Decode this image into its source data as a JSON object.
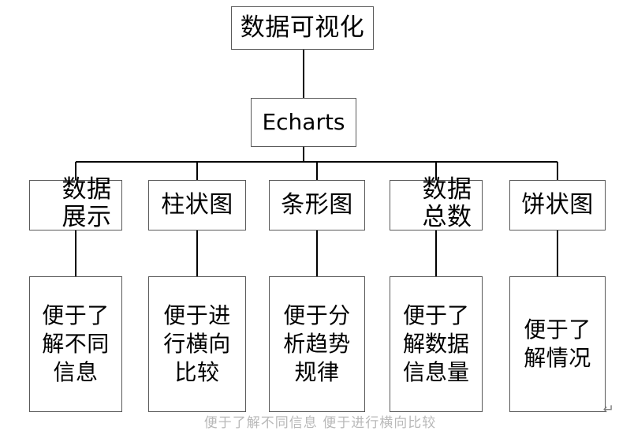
{
  "diagram": {
    "title": "数据可视化",
    "type": "tree-diagram",
    "root": {
      "id": "root",
      "label": "数据可视化"
    },
    "level2": {
      "id": "echarts",
      "label": "Echarts"
    },
    "level3": [
      {
        "id": "l3-0",
        "label": "数据\n展示"
      },
      {
        "id": "l3-1",
        "label": "柱状图"
      },
      {
        "id": "l3-2",
        "label": "条形图"
      },
      {
        "id": "l3-3",
        "label": "数据\n总数"
      },
      {
        "id": "l3-4",
        "label": "饼状图"
      }
    ],
    "level4": [
      {
        "id": "l4-0",
        "label": "便于了\n解不同\n信息"
      },
      {
        "id": "l4-1",
        "label": "便于进\n行横向\n比较"
      },
      {
        "id": "l4-2",
        "label": "便于分\n析趋势\n规律"
      },
      {
        "id": "l4-3",
        "label": "便于了\n解数据\n信息量"
      },
      {
        "id": "l4-4",
        "label": "便于了\n解情况"
      }
    ],
    "marks": {
      "paragraph_mark": "↵",
      "bottom_ghost_text": "便于了解不同信息 便于进行横向比较"
    },
    "colors": {
      "background": "#ffffff",
      "box_border": "#595959",
      "connector": "#000000",
      "text": "#000000",
      "mark": "#808080"
    }
  }
}
